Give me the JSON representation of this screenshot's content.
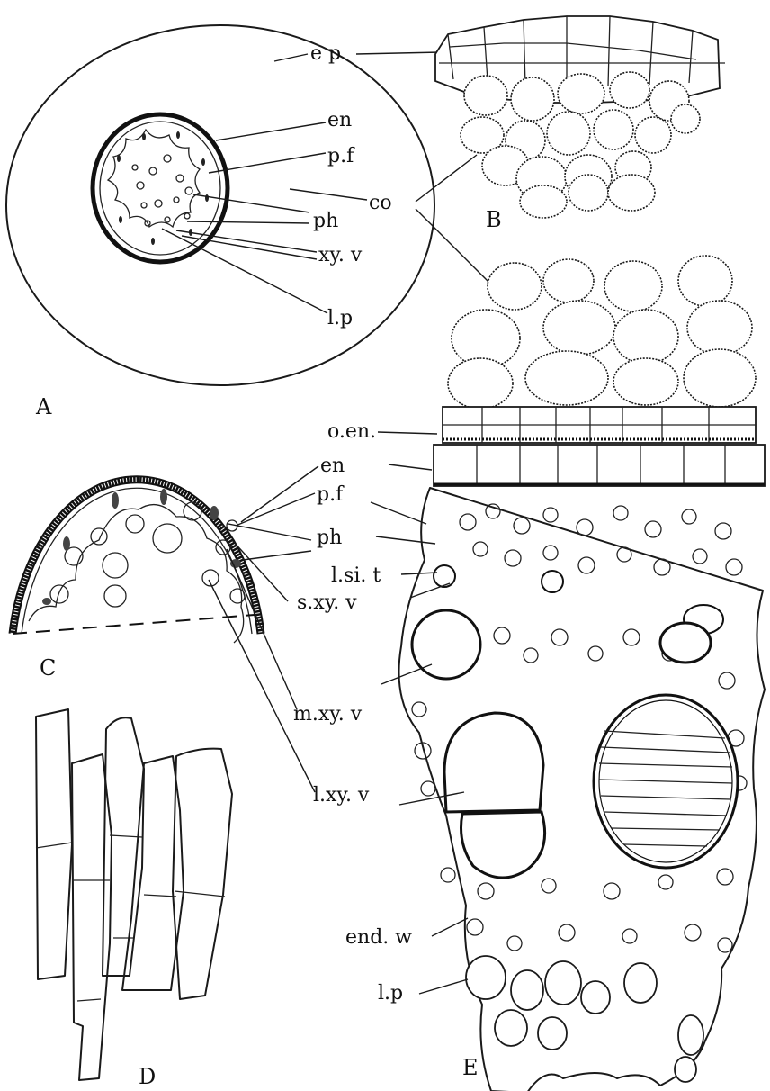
{
  "panels": {
    "A": {
      "letter": "A",
      "labels": {
        "ep": "e p",
        "en": "en",
        "pf": "p.f",
        "co": "co",
        "ph": "ph",
        "xyv": "xy. v",
        "lp": "l.p"
      }
    },
    "B": {
      "letter": "B"
    },
    "C": {
      "letter": "C",
      "labels": {
        "en": "en",
        "pf": "p.f",
        "ph": "ph",
        "sxyv": "s.xy. v",
        "mxyv": "m.xy. v",
        "lxyv": "l.xy. v"
      }
    },
    "D": {
      "letter": "D"
    },
    "E": {
      "letter": "E",
      "labels": {
        "oen": "o.en.",
        "lsit": "l.si. t",
        "endw": "end. w",
        "lp": "l.p"
      }
    }
  }
}
